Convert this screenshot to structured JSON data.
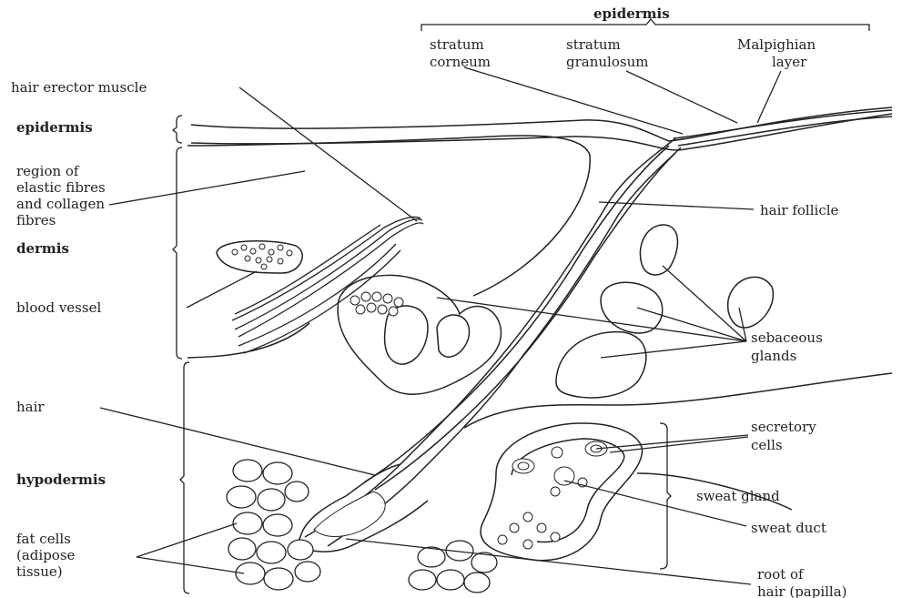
{
  "labels": {
    "epidermis_top": "epidermis",
    "stratum_corneum": [
      "stratum",
      "corneum"
    ],
    "stratum_granulosum": [
      "stratum",
      "granulosum"
    ],
    "malpighian_layer": [
      "Malpighian",
      "layer"
    ],
    "hair_erector_muscle": "hair erector muscle",
    "epidermis_side": "epidermis",
    "elastic_region": [
      "region of",
      "elastic fibres",
      "and collagen",
      "fibres"
    ],
    "dermis": "dermis",
    "blood_vessel": "blood vessel",
    "hair_follicle": "hair follicle",
    "sebaceous_glands": [
      "sebaceous",
      "glands"
    ],
    "hair": "hair",
    "hypodermis": "hypodermis",
    "secretory_cells": [
      "secretory",
      "cells"
    ],
    "sweat_gland": "sweat gland",
    "sweat_duct": "sweat duct",
    "fat_cells": [
      "fat cells",
      "(adipose",
      "tissue)"
    ],
    "root_of_hair": [
      "root of",
      "hair (papilla)"
    ]
  }
}
